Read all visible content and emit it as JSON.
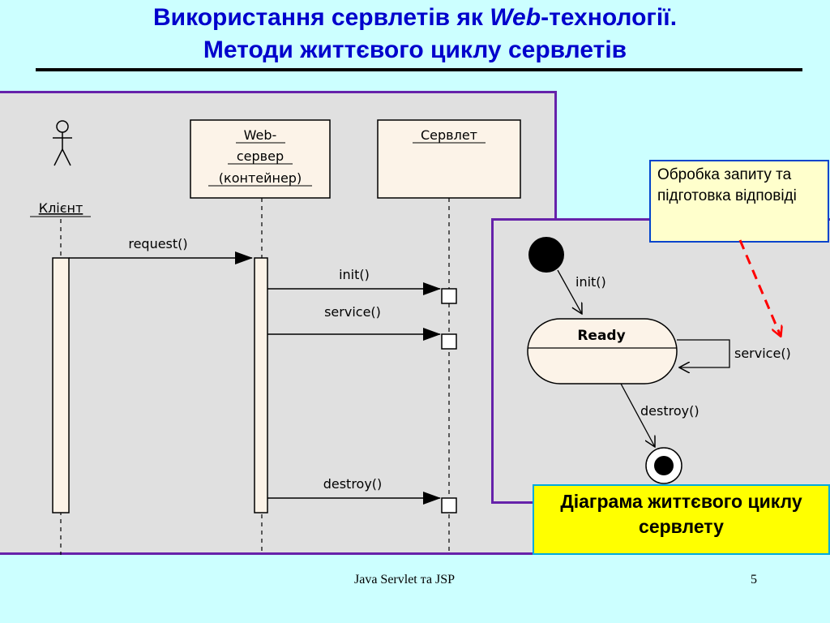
{
  "title": {
    "line1_pre": "Використання сервлетів як ",
    "line1_web": "Web",
    "line1_post": "-технології.",
    "line2": "Методи життєвого циклу сервлетів"
  },
  "sequence": {
    "actor": "Клієнт",
    "web_server_lines": [
      "Web-",
      "сервер",
      "(контейнер)"
    ],
    "servlet": "Сервлет",
    "messages": {
      "request": "request()",
      "init": "init()",
      "service": "service()",
      "destroy": "destroy()"
    }
  },
  "state": {
    "ready": "Ready",
    "init": "init()",
    "service": "service()",
    "destroy": "destroy()"
  },
  "callout": "Обробка запиту та підготовка відповіді",
  "caption": "Діаграма життєвого циклу сервлету",
  "footer": {
    "text": "Java Servlet та JSP",
    "page": "5"
  }
}
